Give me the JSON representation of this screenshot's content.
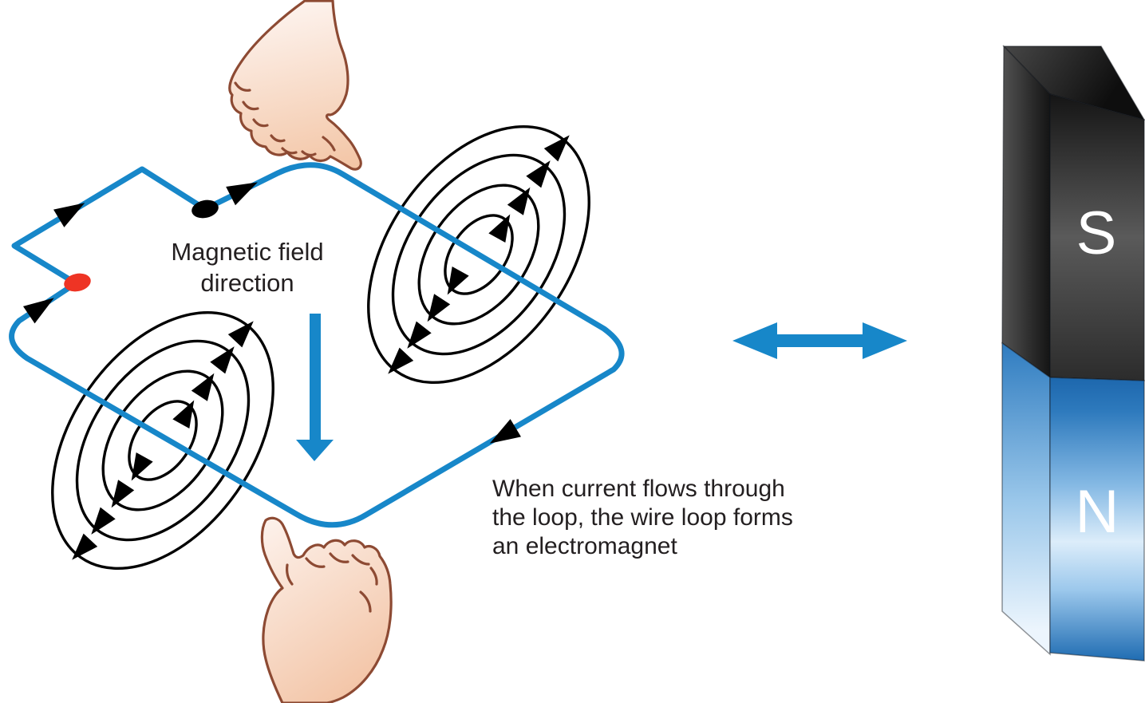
{
  "labels": {
    "field_direction": "Magnetic field\ndirection",
    "caption": "When current flows through\nthe loop, the wire loop forms\nan electromagnet"
  },
  "magnet": {
    "south_label": "S",
    "north_label": "N"
  },
  "colors": {
    "wire": "#1787C9",
    "blue_arrow": "#1787C9",
    "field_line": "#000000",
    "current_arrow": "#000000",
    "terminal_dot_black": "#000000",
    "terminal_dot_red": "#EE3424",
    "text": "#231F20",
    "pole_label": "#FFFFFF",
    "magnet_south_body": "#2B2B2B",
    "magnet_north_body": "#2173B8",
    "hand_fill": "#F5C9AB",
    "hand_outline": "#8D4A33"
  }
}
